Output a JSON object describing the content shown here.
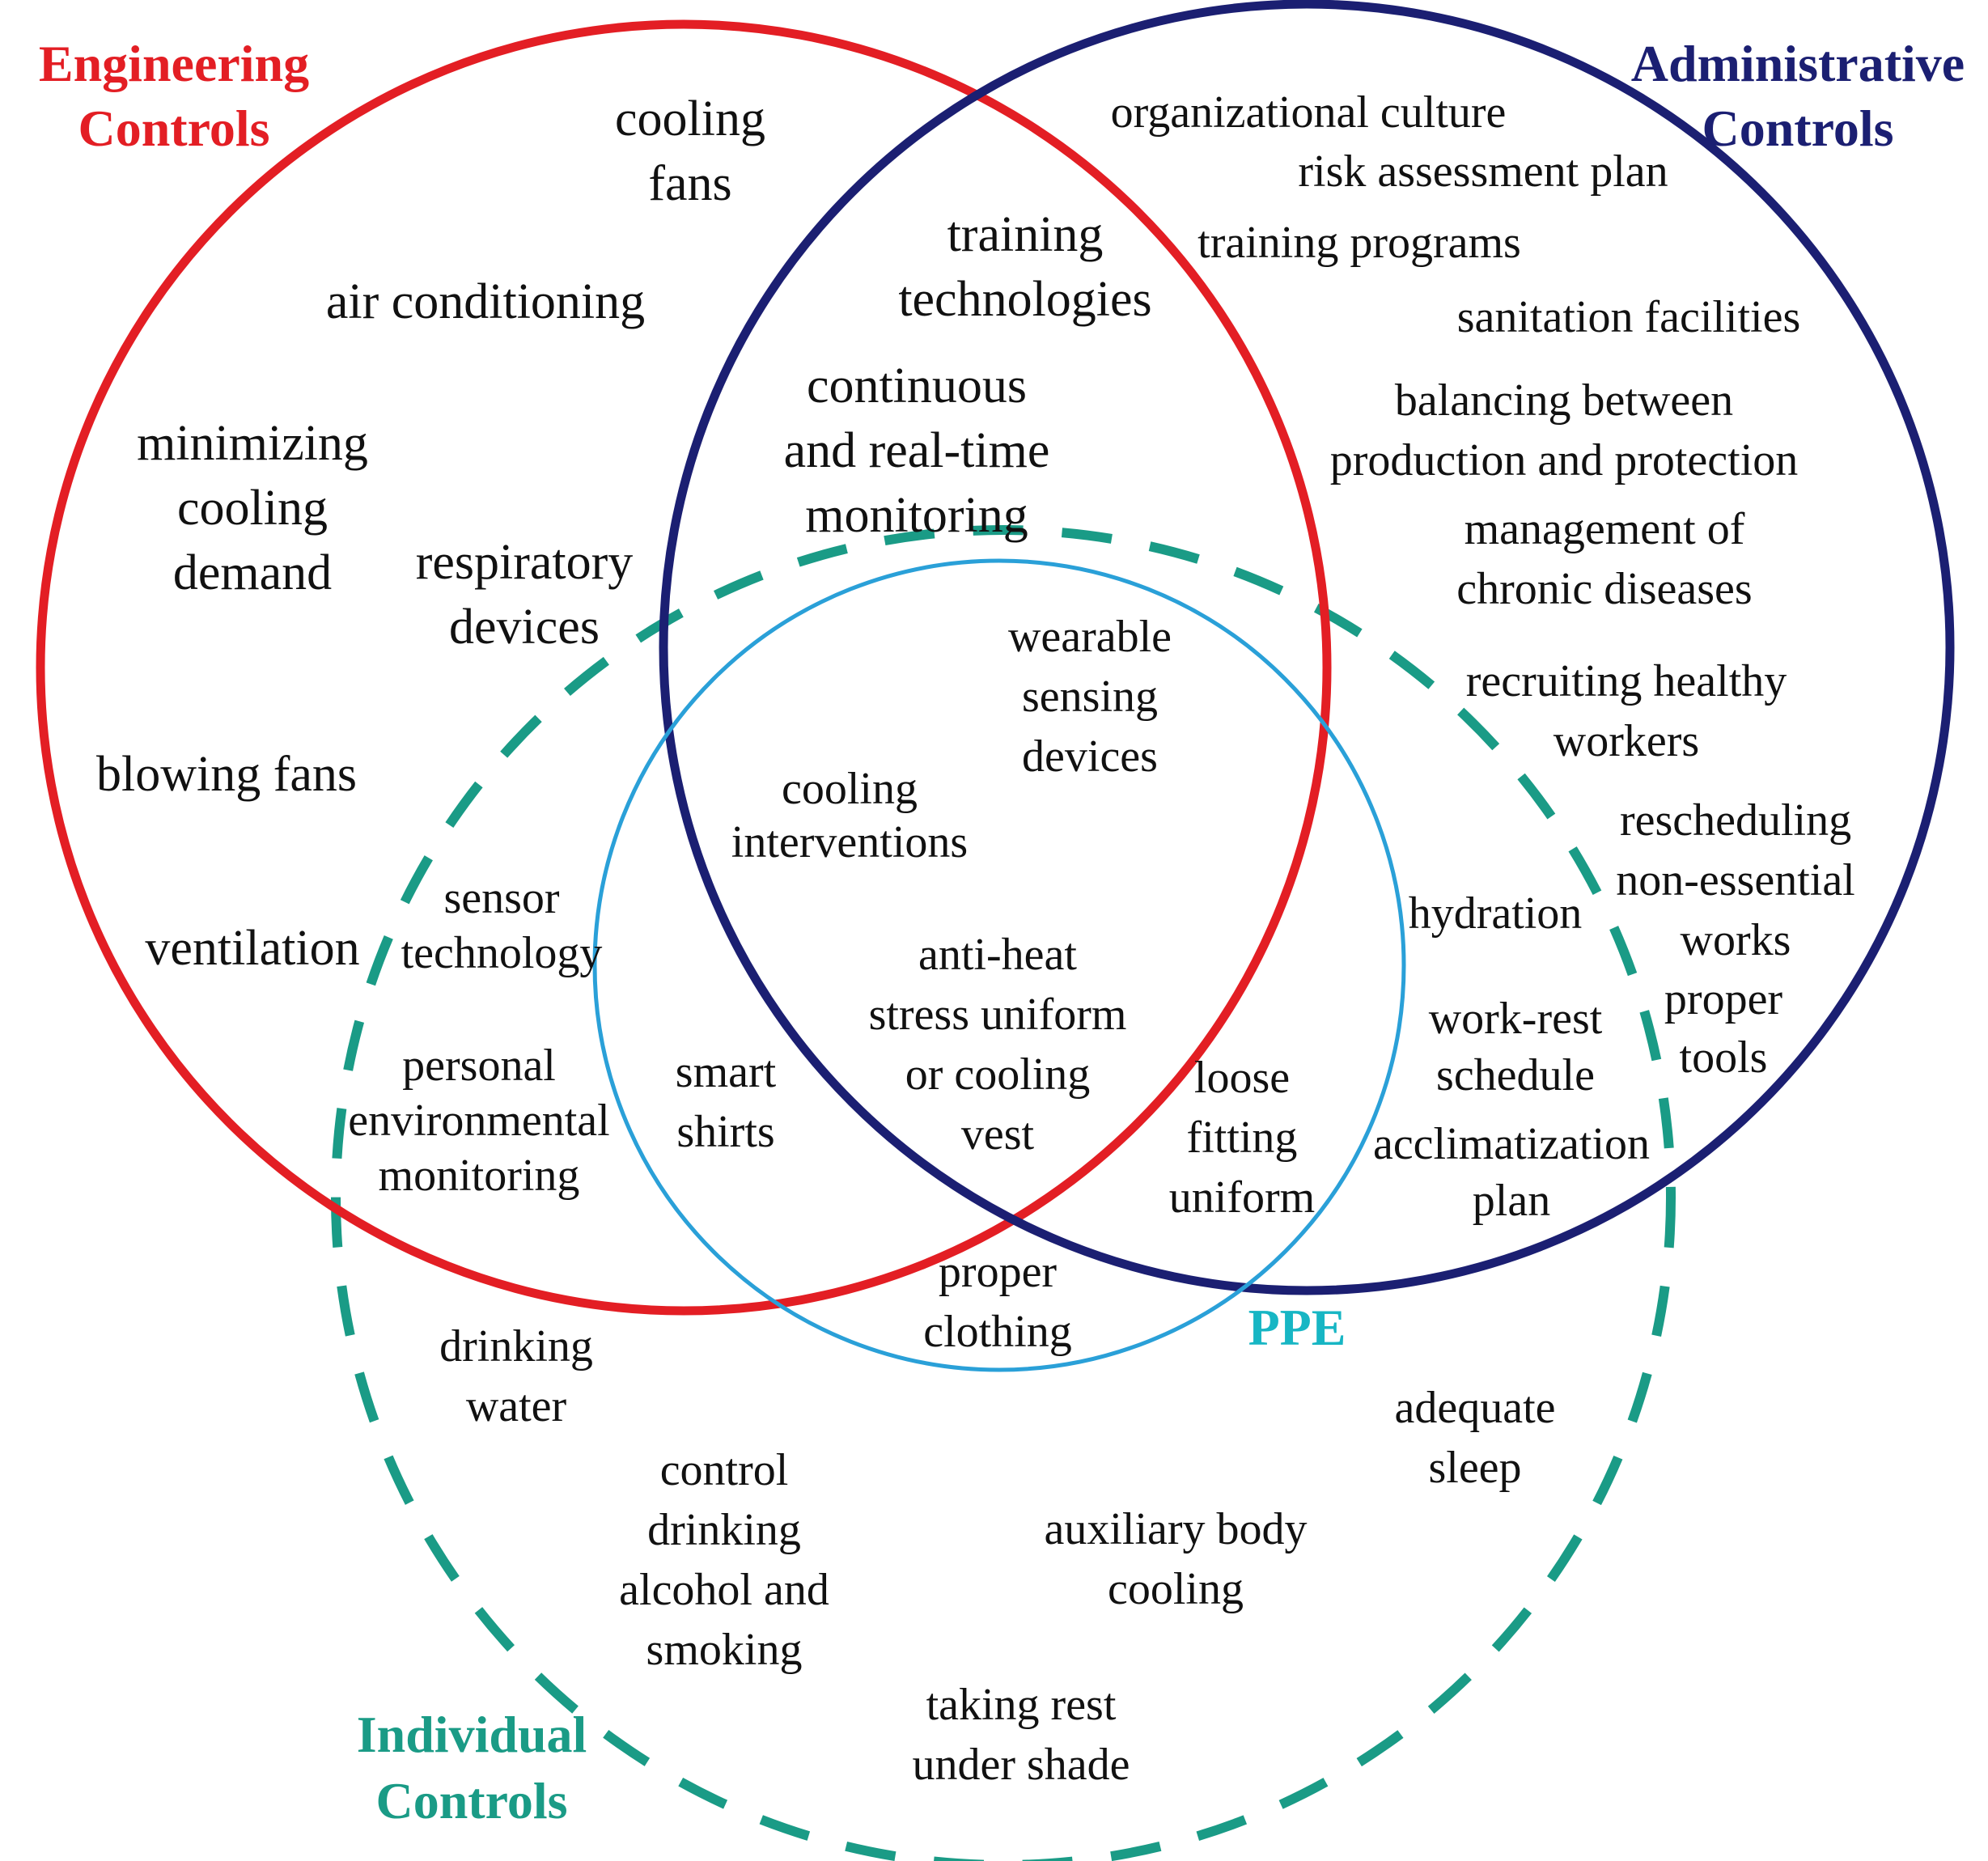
{
  "colors": {
    "engineering": "#e31e24",
    "administrative": "#1b1f72",
    "individual": "#1a9b86",
    "ppe": "#2aa0d8",
    "ppe_label": "#17b6c4",
    "text": "#111111"
  },
  "categories": {
    "engineering": [
      "Engineering",
      "Controls"
    ],
    "administrative": [
      "Administrative",
      "Controls"
    ],
    "individual": [
      "Individual",
      "Controls"
    ],
    "ppe": [
      "PPE"
    ]
  },
  "items": {
    "cooling_fans": [
      "cooling",
      "fans"
    ],
    "air_conditioning": [
      "air conditioning"
    ],
    "minimizing_cooling_demand": [
      "minimizing",
      "cooling",
      "demand"
    ],
    "respiratory_devices": [
      "respiratory",
      "devices"
    ],
    "blowing_fans": [
      "blowing fans"
    ],
    "ventilation": [
      "ventilation"
    ],
    "sensor_technology": [
      "sensor",
      "technology"
    ],
    "personal_environmental_monitoring": [
      "personal",
      "environmental",
      "monitoring"
    ],
    "training_technologies": [
      "training",
      "technologies"
    ],
    "continuous_monitoring": [
      "continuous",
      "and real-time",
      "monitoring"
    ],
    "organizational_culture": [
      "organizational culture"
    ],
    "risk_assessment_plan": [
      "risk assessment plan"
    ],
    "training_programs": [
      "training programs"
    ],
    "sanitation_facilities": [
      "sanitation facilities"
    ],
    "balancing": [
      "balancing between",
      "production and protection"
    ],
    "chronic_diseases": [
      "management of",
      "chronic diseases"
    ],
    "recruiting_healthy_workers": [
      "recruiting healthy",
      "workers"
    ],
    "rescheduling": [
      "rescheduling",
      "non-essential",
      "works"
    ],
    "proper_tools": [
      "proper",
      "tools"
    ],
    "wearable_sensing_devices": [
      "wearable",
      "sensing",
      "devices"
    ],
    "cooling_interventions": [
      "cooling",
      "interventions"
    ],
    "anti_heat_stress_uniform": [
      "anti-heat",
      "stress uniform",
      "or cooling",
      "vest"
    ],
    "smart_shirts": [
      "smart",
      "shirts"
    ],
    "loose_fitting_uniform": [
      "loose",
      "fitting",
      "uniform"
    ],
    "hydration": [
      "hydration"
    ],
    "work_rest_schedule": [
      "work-rest",
      "schedule"
    ],
    "acclimatization_plan": [
      "acclimatization",
      "plan"
    ],
    "proper_clothing": [
      "proper",
      "clothing"
    ],
    "drinking_water": [
      "drinking",
      "water"
    ],
    "control_drinking": [
      "control",
      "drinking",
      "alcohol and",
      "smoking"
    ],
    "auxiliary_body_cooling": [
      "auxiliary body",
      "cooling"
    ],
    "adequate_sleep": [
      "adequate",
      "sleep"
    ],
    "taking_rest": [
      "taking rest",
      "under shade"
    ]
  }
}
